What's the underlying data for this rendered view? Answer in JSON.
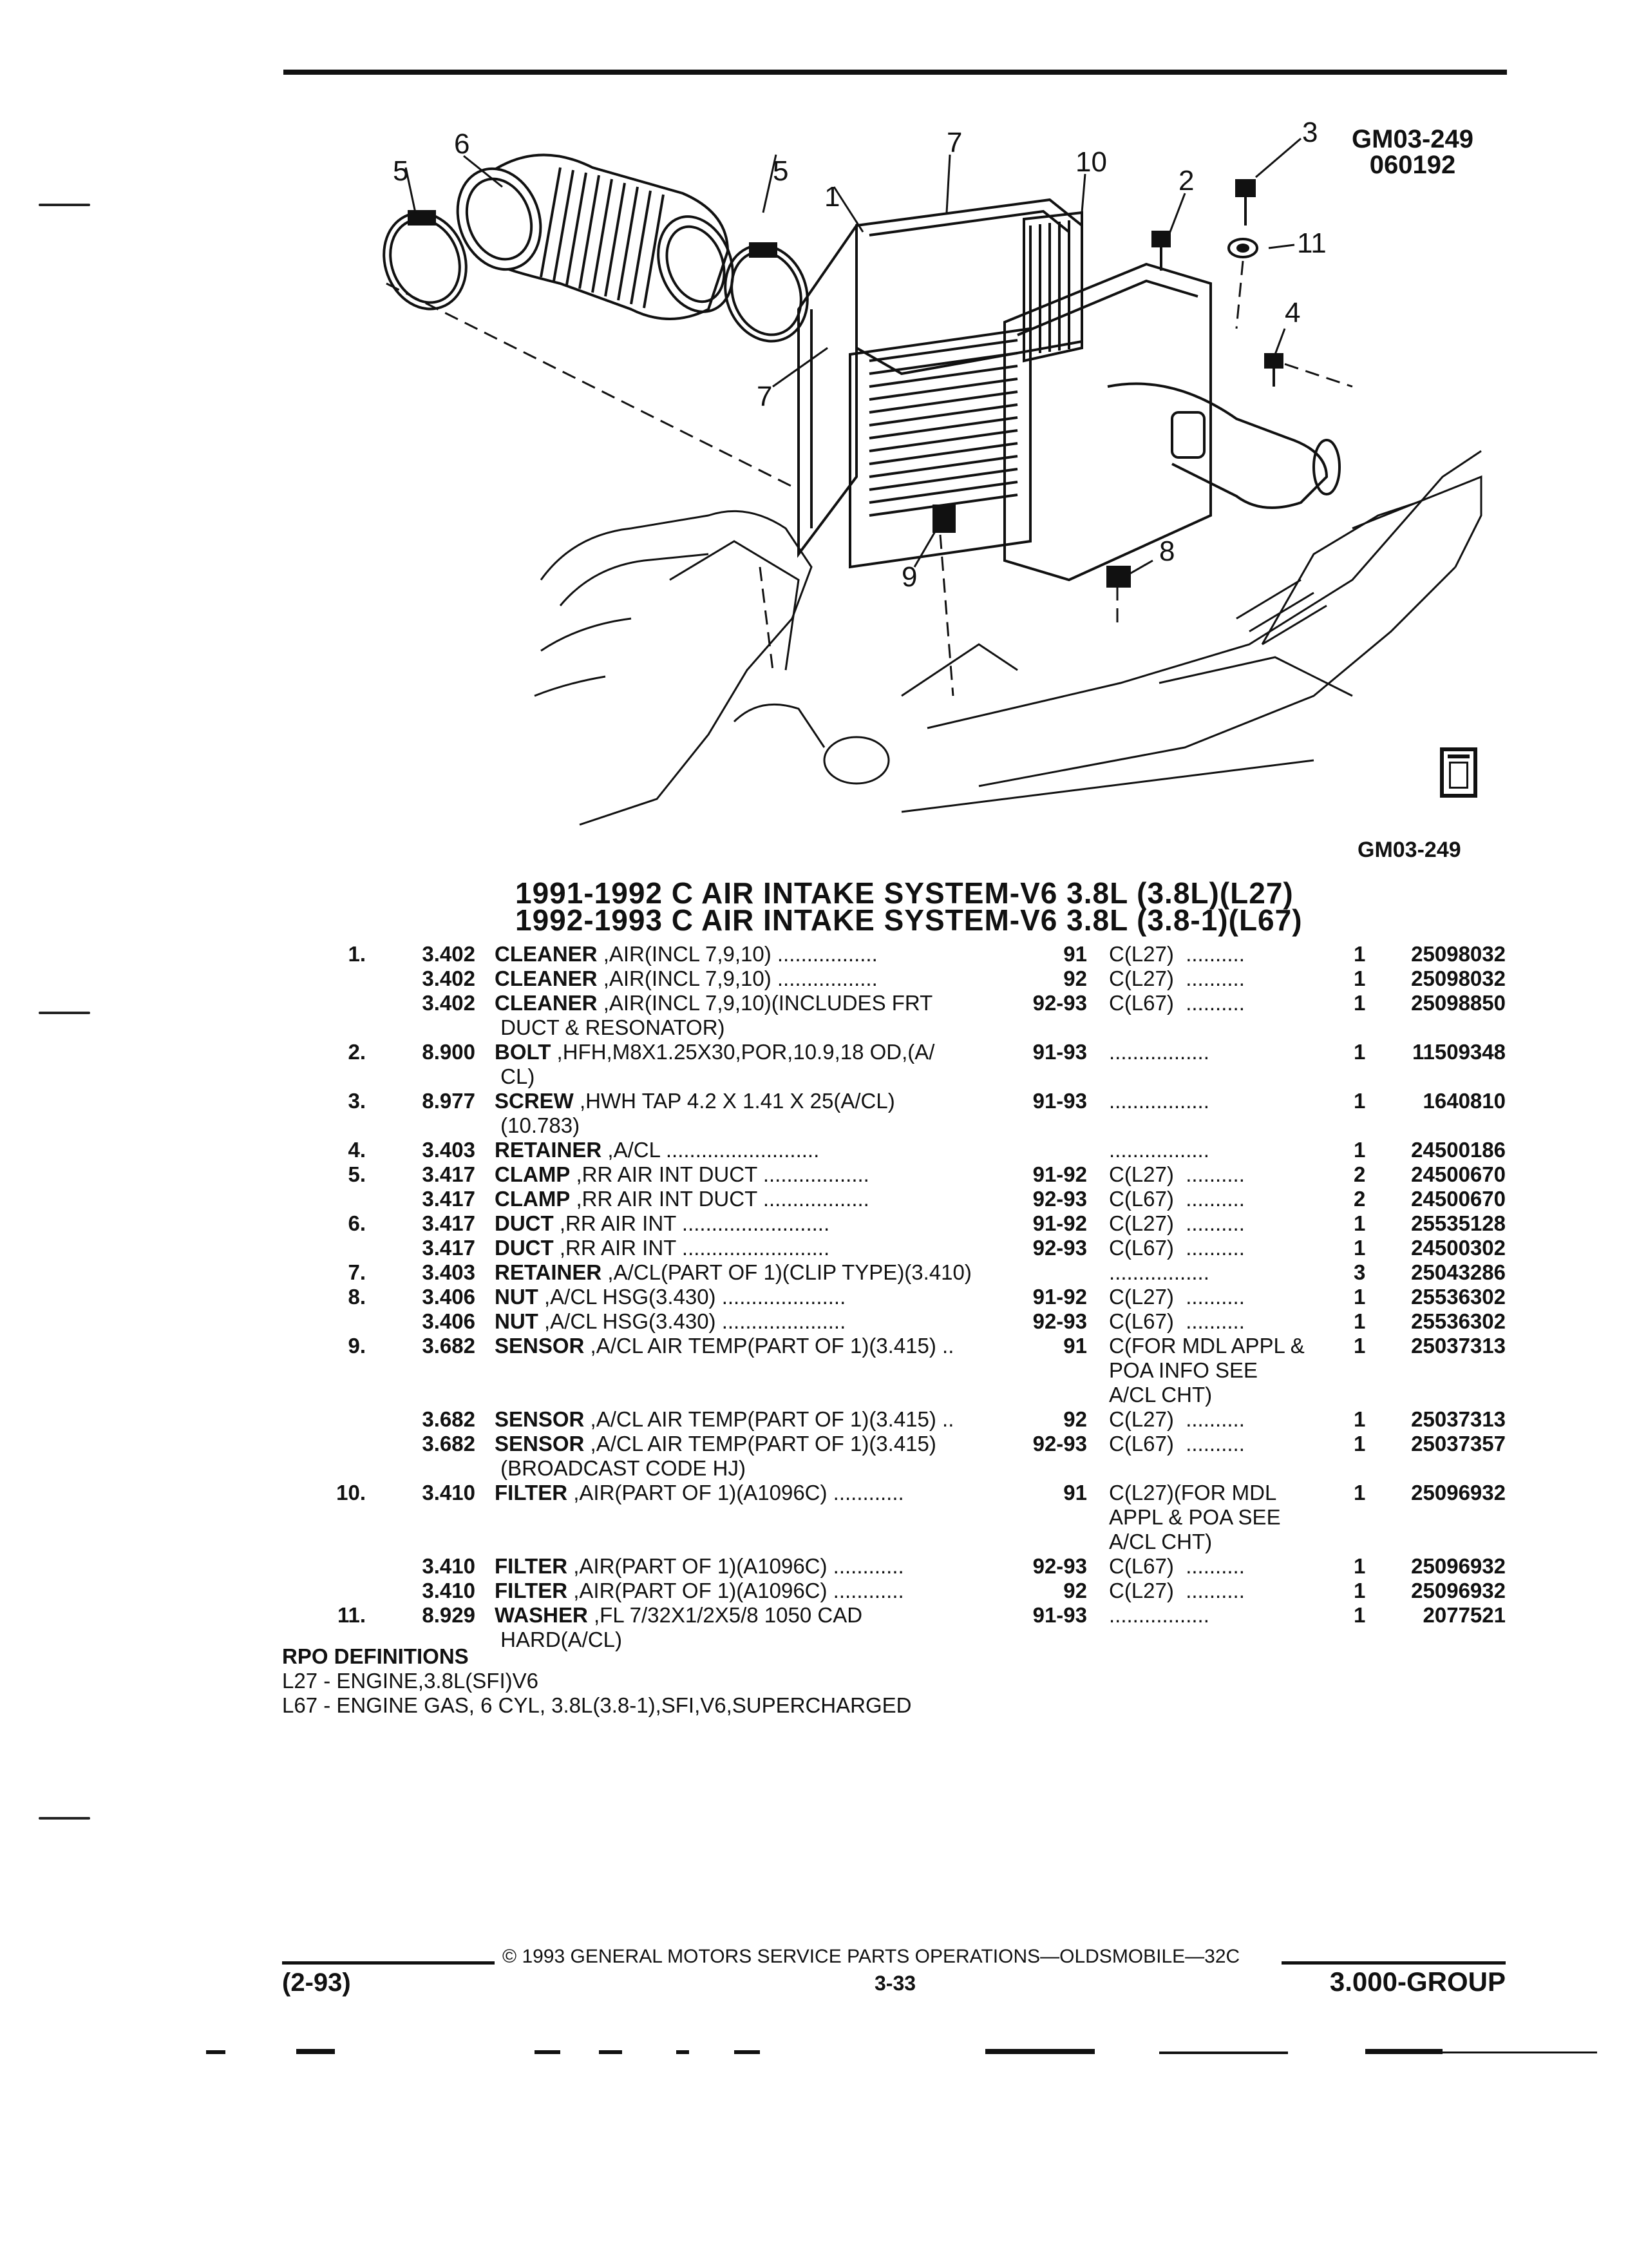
{
  "figure": {
    "id_line1": "GM03-249",
    "id_line2": "060192",
    "reference": "GM03-249",
    "callouts": [
      "1",
      "2",
      "3",
      "4",
      "5",
      "5",
      "6",
      "7",
      "7",
      "8",
      "9",
      "10",
      "11"
    ]
  },
  "title": {
    "line1": "1991-1992 C AIR INTAKE SYSTEM-V6 3.8L (3.8L)(L27)",
    "line2": "1992-1993 C AIR INTAKE SYSTEM-V6 3.8L (3.8-1)(L67)"
  },
  "parts": [
    {
      "num": "1.",
      "grp": "3.402",
      "name": "CLEANER",
      "desc": ",AIR(INCL 7,9,10) .................",
      "yr": "91",
      "app": "C(L27)  ..........",
      "qty": "1",
      "pn": "25098032"
    },
    {
      "num": "",
      "grp": "3.402",
      "name": "CLEANER",
      "desc": ",AIR(INCL 7,9,10) .................",
      "yr": "92",
      "app": "C(L27)  ..........",
      "qty": "1",
      "pn": "25098032"
    },
    {
      "num": "",
      "grp": "3.402",
      "name": "CLEANER",
      "desc": ",AIR(INCL 7,9,10)(INCLUDES FRT",
      "yr": "92-93",
      "app": "C(L67)  ..........",
      "qty": "1",
      "pn": "25098850"
    },
    {
      "num": "",
      "grp": "",
      "name": "",
      "desc": "DUCT & RESONATOR)",
      "yr": "",
      "app": "",
      "qty": "",
      "pn": ""
    },
    {
      "num": "2.",
      "grp": "8.900",
      "name": "BOLT",
      "desc": ",HFH,M8X1.25X30,POR,10.9,18 OD,(A/",
      "yr": "91-93",
      "app": ".................",
      "qty": "1",
      "pn": "11509348"
    },
    {
      "num": "",
      "grp": "",
      "name": "",
      "desc": "CL)",
      "yr": "",
      "app": "",
      "qty": "",
      "pn": ""
    },
    {
      "num": "3.",
      "grp": "8.977",
      "name": "SCREW",
      "desc": ",HWH TAP 4.2 X 1.41 X 25(A/CL)",
      "yr": "91-93",
      "app": ".................",
      "qty": "1",
      "pn": "1640810"
    },
    {
      "num": "",
      "grp": "",
      "name": "",
      "desc": "(10.783)",
      "yr": "",
      "app": "",
      "qty": "",
      "pn": ""
    },
    {
      "num": "4.",
      "grp": "3.403",
      "name": "RETAINER",
      "desc": ",A/CL ..........................",
      "yr": "",
      "app": ".................",
      "qty": "1",
      "pn": "24500186"
    },
    {
      "num": "5.",
      "grp": "3.417",
      "name": "CLAMP",
      "desc": ",RR AIR INT DUCT ..................",
      "yr": "91-92",
      "app": "C(L27)  ..........",
      "qty": "2",
      "pn": "24500670"
    },
    {
      "num": "",
      "grp": "3.417",
      "name": "CLAMP",
      "desc": ",RR AIR INT DUCT ..................",
      "yr": "92-93",
      "app": "C(L67)  ..........",
      "qty": "2",
      "pn": "24500670"
    },
    {
      "num": "6.",
      "grp": "3.417",
      "name": "DUCT",
      "desc": ",RR AIR INT .........................",
      "yr": "91-92",
      "app": "C(L27)  ..........",
      "qty": "1",
      "pn": "25535128"
    },
    {
      "num": "",
      "grp": "3.417",
      "name": "DUCT",
      "desc": ",RR AIR INT .........................",
      "yr": "92-93",
      "app": "C(L67)  ..........",
      "qty": "1",
      "pn": "24500302"
    },
    {
      "num": "7.",
      "grp": "3.403",
      "name": "RETAINER",
      "desc": ",A/CL(PART OF 1)(CLIP TYPE)(3.410)",
      "yr": "",
      "app": ".................",
      "qty": "3",
      "pn": "25043286"
    },
    {
      "num": "8.",
      "grp": "3.406",
      "name": "NUT",
      "desc": ",A/CL HSG(3.430) .....................",
      "yr": "91-92",
      "app": "C(L27)  ..........",
      "qty": "1",
      "pn": "25536302"
    },
    {
      "num": "",
      "grp": "3.406",
      "name": "NUT",
      "desc": ",A/CL HSG(3.430) .....................",
      "yr": "92-93",
      "app": "C(L67)  ..........",
      "qty": "1",
      "pn": "25536302"
    },
    {
      "num": "9.",
      "grp": "3.682",
      "name": "SENSOR",
      "desc": ",A/CL AIR TEMP(PART OF 1)(3.415) ..",
      "yr": "91",
      "app": "C(FOR MDL APPL &",
      "qty": "1",
      "pn": "25037313"
    },
    {
      "num": "",
      "grp": "",
      "name": "",
      "desc": "",
      "yr": "",
      "app": "POA INFO SEE",
      "qty": "",
      "pn": ""
    },
    {
      "num": "",
      "grp": "",
      "name": "",
      "desc": "",
      "yr": "",
      "app": "A/CL CHT)",
      "qty": "",
      "pn": ""
    },
    {
      "num": "",
      "grp": "3.682",
      "name": "SENSOR",
      "desc": ",A/CL AIR TEMP(PART OF 1)(3.415) ..",
      "yr": "92",
      "app": "C(L27)  ..........",
      "qty": "1",
      "pn": "25037313"
    },
    {
      "num": "",
      "grp": "3.682",
      "name": "SENSOR",
      "desc": ",A/CL AIR TEMP(PART OF 1)(3.415)",
      "yr": "92-93",
      "app": "C(L67)  ..........",
      "qty": "1",
      "pn": "25037357"
    },
    {
      "num": "",
      "grp": "",
      "name": "",
      "desc": "(BROADCAST CODE HJ)",
      "yr": "",
      "app": "",
      "qty": "",
      "pn": ""
    },
    {
      "num": "10.",
      "grp": "3.410",
      "name": "FILTER",
      "desc": ",AIR(PART OF 1)(A1096C) ............",
      "yr": "91",
      "app": "C(L27)(FOR MDL",
      "qty": "1",
      "pn": "25096932"
    },
    {
      "num": "",
      "grp": "",
      "name": "",
      "desc": "",
      "yr": "",
      "app": "APPL & POA SEE",
      "qty": "",
      "pn": ""
    },
    {
      "num": "",
      "grp": "",
      "name": "",
      "desc": "",
      "yr": "",
      "app": "A/CL CHT)",
      "qty": "",
      "pn": ""
    },
    {
      "num": "",
      "grp": "3.410",
      "name": "FILTER",
      "desc": ",AIR(PART OF 1)(A1096C) ............",
      "yr": "92-93",
      "app": "C(L67)  ..........",
      "qty": "1",
      "pn": "25096932"
    },
    {
      "num": "",
      "grp": "3.410",
      "name": "FILTER",
      "desc": ",AIR(PART OF 1)(A1096C) ............",
      "yr": "92",
      "app": "C(L27)  ..........",
      "qty": "1",
      "pn": "25096932"
    },
    {
      "num": "11.",
      "grp": "8.929",
      "name": "WASHER",
      "desc": ",FL 7/32X1/2X5/8 1050 CAD",
      "yr": "91-93",
      "app": ".................",
      "qty": "1",
      "pn": "2077521"
    },
    {
      "num": "",
      "grp": "",
      "name": "",
      "desc": "HARD(A/CL)",
      "yr": "",
      "app": "",
      "qty": "",
      "pn": ""
    }
  ],
  "rpo": {
    "heading": "RPO DEFINITIONS",
    "lines": [
      "L27 - ENGINE,3.8L(SFI)V6",
      "L67 - ENGINE GAS, 6 CYL, 3.8L(3.8-1),SFI,V6,SUPERCHARGED"
    ]
  },
  "footer": {
    "copyright": "© 1993 GENERAL MOTORS SERVICE PARTS OPERATIONS—OLDSMOBILE—32C",
    "revision": "(2-93)",
    "page": "3-33",
    "group": "3.000-GROUP"
  }
}
